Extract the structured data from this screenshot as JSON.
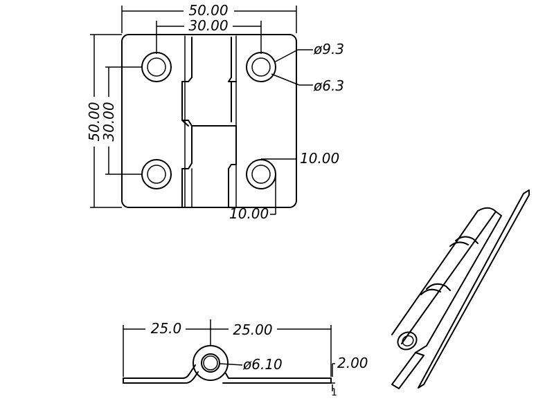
{
  "front_view": {
    "overall_width": "50.00",
    "hole_spacing_x": "30.00",
    "overall_height": "50.00",
    "hole_spacing_y": "30.00",
    "countersink_diameter": "ø9.3",
    "hole_diameter": "ø6.3",
    "hole_offset_x": "10.00",
    "hole_offset_y": "10.00"
  },
  "bottom_view": {
    "left_leaf_length": "25.0",
    "right_leaf_length": "25.00",
    "pin_diameter": "ø6.10",
    "leaf_thickness": "2.00",
    "thickness_marker": "1"
  }
}
